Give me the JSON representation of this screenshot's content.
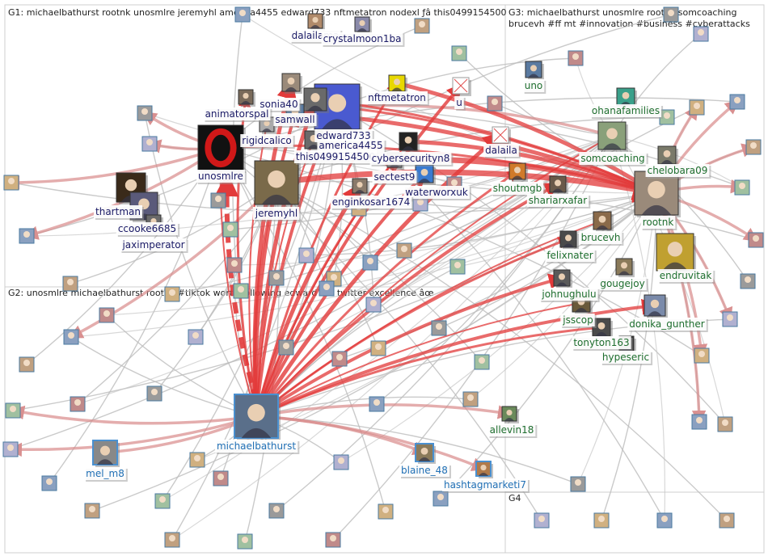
{
  "groups": [
    {
      "id": "G1",
      "title": "G1: michaelbathurst rootnk unosmlre jeremyhl america4455 edward733 nftmetatron nodexl ƒâ this0499154500",
      "color": "#1a1a66"
    },
    {
      "id": "G2",
      "title": "G2: unosmlre michaelbathurst rootnk #tiktok worth following edward733 twitter excellence âœ",
      "color": "#1f6fb5"
    },
    {
      "id": "G3",
      "title": "G3: michaelbathurst unosmlre rootnk somcoaching",
      "title2": "brucevh #ff mt #innovation #business #cyberattacks",
      "color": "#1e6e2e"
    },
    {
      "id": "G4",
      "title": "G4",
      "color": "#333333"
    }
  ],
  "nodes": [
    {
      "id": "michaelbathurst",
      "label": "michaelbathurst",
      "group": "G2",
      "icon": "photo-person-suit",
      "color": "#5a6f8a"
    },
    {
      "id": "mel_m8",
      "label": "mel_m8",
      "group": "G2",
      "icon": "photo-woman",
      "color": "#888888"
    },
    {
      "id": "blaine_48",
      "label": "blaine_48",
      "group": "G2",
      "icon": "photo-person",
      "color": "#8a7a5a"
    },
    {
      "id": "hashtagmarketi7",
      "label": "hashtagmarketi7",
      "group": "G2",
      "icon": "photo-person",
      "color": "#b07a4a"
    },
    {
      "id": "allevin18",
      "label": "allevin18",
      "group": "G3",
      "icon": "photo-person",
      "color": "#6a8a5a"
    },
    {
      "id": "unosmlre",
      "label": "unosmlre",
      "group": "G1",
      "icon": "logo-o",
      "color": "#111111"
    },
    {
      "id": "jeremyhl",
      "label": "jeremyhl",
      "group": "G1",
      "icon": "photo-person-suit",
      "color": "#7a6a4a"
    },
    {
      "id": "edward733",
      "label": "edward733",
      "group": "G1",
      "icon": "photo-person",
      "color": "#4a5ad0"
    },
    {
      "id": "america4455",
      "label": "america4455",
      "group": "G1",
      "icon": "photo-person",
      "color": "#6a6a6a"
    },
    {
      "id": "this0499154500",
      "label": "this0499154500",
      "group": "G1",
      "icon": "photo-person",
      "color": "#6a6a6a"
    },
    {
      "id": "nftmetatron",
      "label": "nftmetatron",
      "group": "G1",
      "icon": "photo-yellow",
      "color": "#e8d800"
    },
    {
      "id": "samwall",
      "label": "samwall",
      "group": "G1",
      "icon": "photo-person",
      "color": "#5a7aa0"
    },
    {
      "id": "sonia40",
      "label": "sonia40",
      "group": "G1",
      "icon": "photo-person",
      "color": "#9a8a7a"
    },
    {
      "id": "animatorspal",
      "label": "animatorspal",
      "group": "G1",
      "icon": "photo-person",
      "color": "#7a6a5a"
    },
    {
      "id": "rigidcalico",
      "label": "rigidcalico",
      "group": "G1",
      "icon": "photo-person",
      "color": "#aaaaaa"
    },
    {
      "id": "dalailama",
      "label": "dalailama",
      "group": "G1",
      "icon": "photo-person",
      "color": "#b08a6a"
    },
    {
      "id": "crystalmoon1ba",
      "label": "crystalmoon1ba",
      "group": "G1",
      "icon": "photo-person",
      "color": "#8a8aaa"
    },
    {
      "id": "cybersecurityn8",
      "label": "cybersecurityn8",
      "group": "G1",
      "icon": "photo-dark",
      "color": "#222222"
    },
    {
      "id": "sectest9",
      "label": "sectest9",
      "group": "G1",
      "icon": "photo-person",
      "color": "#7a7a7a"
    },
    {
      "id": "waterworxuk",
      "label": "waterworxuk",
      "group": "G1",
      "icon": "photo-blue",
      "color": "#3a7ad0"
    },
    {
      "id": "enginkosar1674",
      "label": "enginkosar1674",
      "group": "G1",
      "icon": "photo-person",
      "color": "#8a7a6a"
    },
    {
      "id": "thartman",
      "label": "thartman",
      "group": "G1",
      "icon": "photo-th2u",
      "color": "#3a2a1a"
    },
    {
      "id": "ccooke6685",
      "label": "ccooke6685",
      "group": "G1",
      "icon": "photo-person",
      "color": "#5a5a7a"
    },
    {
      "id": "jaximperator",
      "label": "jaximperator",
      "group": "G1",
      "icon": "photo-person",
      "color": "#6a6a6a"
    },
    {
      "id": "u",
      "label": "u",
      "group": "G1",
      "icon": "broken-image",
      "color": "#e06060"
    },
    {
      "id": "dalaila",
      "label": "dalaila",
      "group": "G1",
      "icon": "broken-image",
      "color": "#e06060"
    },
    {
      "id": "uno",
      "label": "uno",
      "group": "G3",
      "icon": "photo-person",
      "color": "#5a7aa0"
    },
    {
      "id": "ohanafamilies",
      "label": "ohanafamilies",
      "group": "G3",
      "icon": "photo-green",
      "color": "#3aa08a"
    },
    {
      "id": "somcoaching",
      "label": "somcoaching",
      "group": "G3",
      "icon": "photo-woman",
      "color": "#8aa07a"
    },
    {
      "id": "chelobara09",
      "label": "chelobara09",
      "group": "G3",
      "icon": "photo-elephant",
      "color": "#7a7a6a"
    },
    {
      "id": "shoutmgb",
      "label": "shoutmgb",
      "group": "G3",
      "icon": "photo-orange",
      "color": "#d07a2a"
    },
    {
      "id": "shariarxafar",
      "label": "shariarxafar",
      "group": "G3",
      "icon": "photo-person",
      "color": "#6a5a4a"
    },
    {
      "id": "rootnk",
      "label": "rootnk",
      "group": "G3",
      "icon": "photo-cat",
      "color": "#9a8a7a"
    },
    {
      "id": "brucevh",
      "label": "brucevh",
      "group": "G3",
      "icon": "photo-person",
      "color": "#8a6a4a"
    },
    {
      "id": "felixnater",
      "label": "felixnater",
      "group": "G3",
      "icon": "photo-person",
      "color": "#4a4a4a"
    },
    {
      "id": "endruvitak",
      "label": "endruvitak",
      "group": "G3",
      "icon": "photo-gradient",
      "color": "#c0a030"
    },
    {
      "id": "gougejoy",
      "label": "gougejoy",
      "group": "G3",
      "icon": "photo-woman",
      "color": "#8a7a5a"
    },
    {
      "id": "johnughulu",
      "label": "johnughulu",
      "group": "G3",
      "icon": "photo-person",
      "color": "#5a5a5a"
    },
    {
      "id": "jsscop",
      "label": "jsscop",
      "group": "G3",
      "icon": "photo-person",
      "color": "#6a5a3a"
    },
    {
      "id": "donika_gunther",
      "label": "donika_gunther",
      "group": "G3",
      "icon": "photo-woman",
      "color": "#7a8aaa"
    },
    {
      "id": "tonyton163",
      "label": "tonyton163",
      "group": "G3",
      "icon": "photo-person",
      "color": "#4a4a4a"
    },
    {
      "id": "hypeseric",
      "label": "hypeseric",
      "group": "G3",
      "icon": "photo-person",
      "color": "#3a3a3a"
    }
  ],
  "edges_note": "",
  "legend": []
}
